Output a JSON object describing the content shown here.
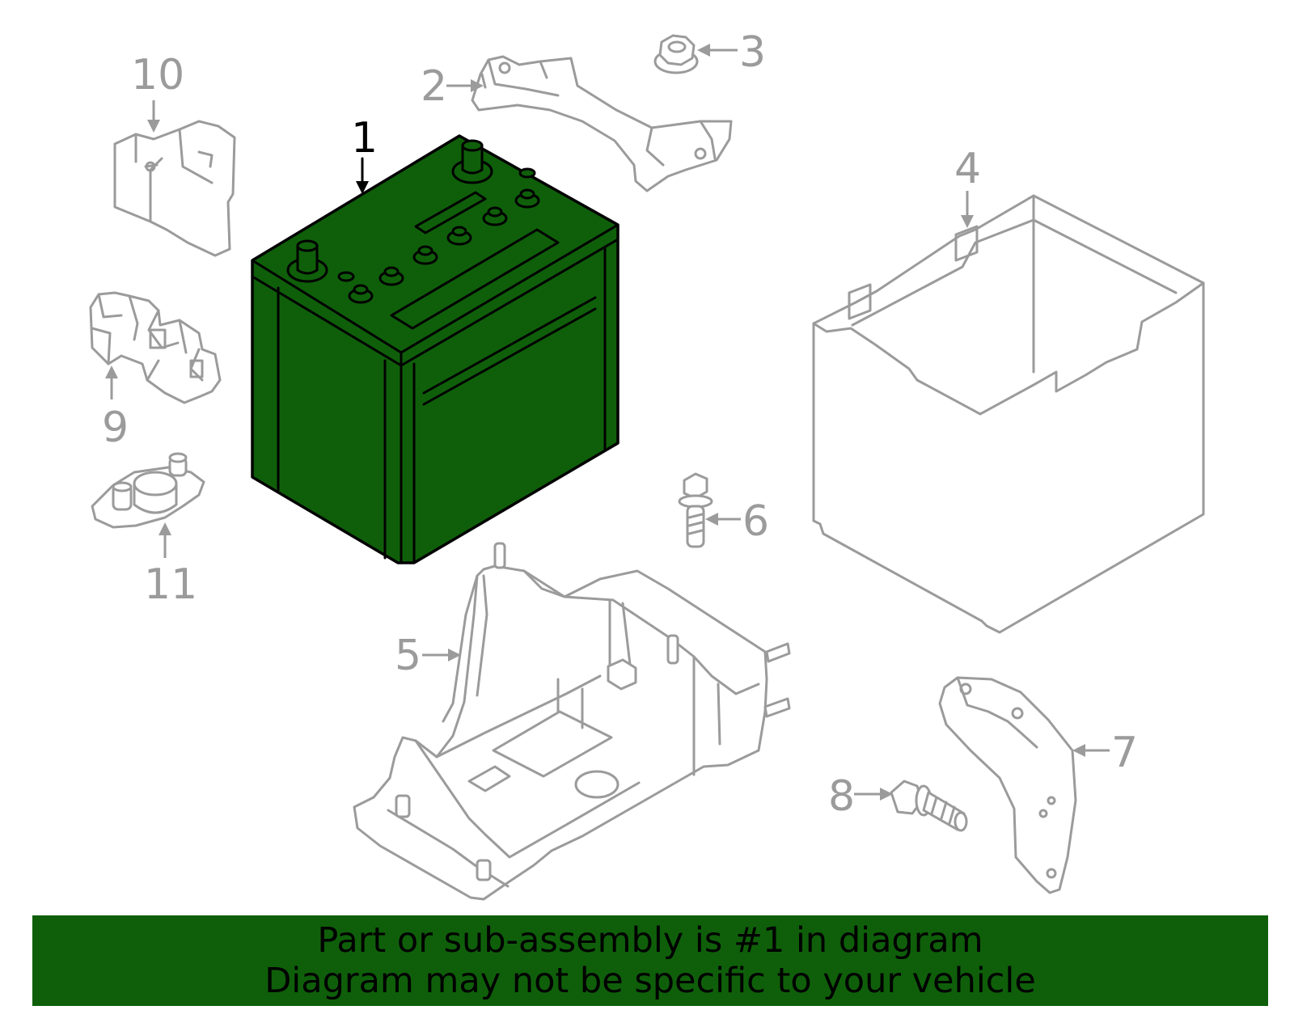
{
  "callouts": {
    "part_1": "1",
    "part_2": "2",
    "part_3": "3",
    "part_4": "4",
    "part_5": "5",
    "part_6": "6",
    "part_7": "7",
    "part_8": "8",
    "part_9": "9",
    "part_10": "10",
    "part_11": "11"
  },
  "colors": {
    "highlight": "#0f5f0a",
    "part_outline": "#9b9b9b",
    "callout_main": "#000000"
  },
  "footer": {
    "line1": "Part or sub-assembly is #1 in diagram",
    "line2": "Diagram may not be specific to your vehicle"
  }
}
